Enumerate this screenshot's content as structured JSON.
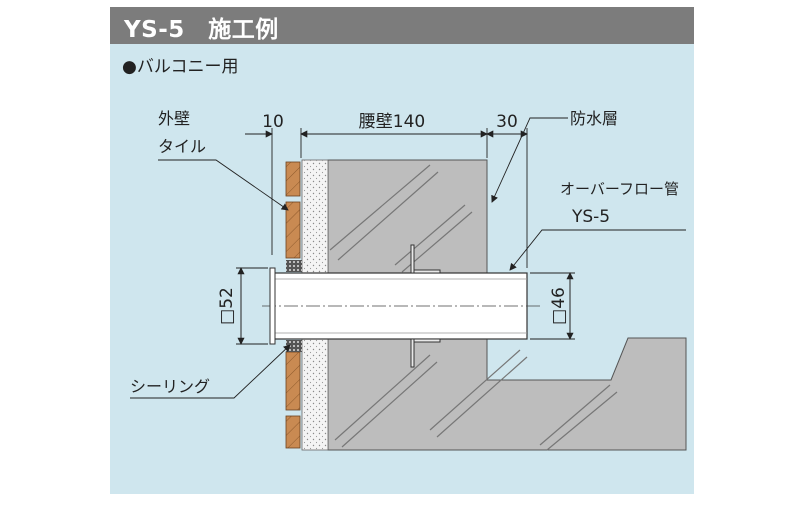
{
  "header": {
    "title": "YS-5　施工例"
  },
  "subtitle": "●バルコニー用",
  "labels": {
    "outer_wall_line1": "外壁",
    "outer_wall_line2": "タイル",
    "dim_10": "10",
    "dim_waist_wall": "腰壁140",
    "dim_30": "30",
    "waterproof_layer": "防水層",
    "overflow_pipe_line1": "オーバーフロー管",
    "overflow_pipe_line2": "YS-5",
    "dim_square_52": "□52",
    "dim_square_46": "□46",
    "sealing": "シーリング"
  },
  "colors": {
    "panel_bg": "#cfe6ee",
    "title_bar": "#7c7c7c",
    "concrete": "#bdbdbd",
    "mortar": "#f4f4f4",
    "tile": "#c98a52",
    "pipe": "#ffffff"
  }
}
